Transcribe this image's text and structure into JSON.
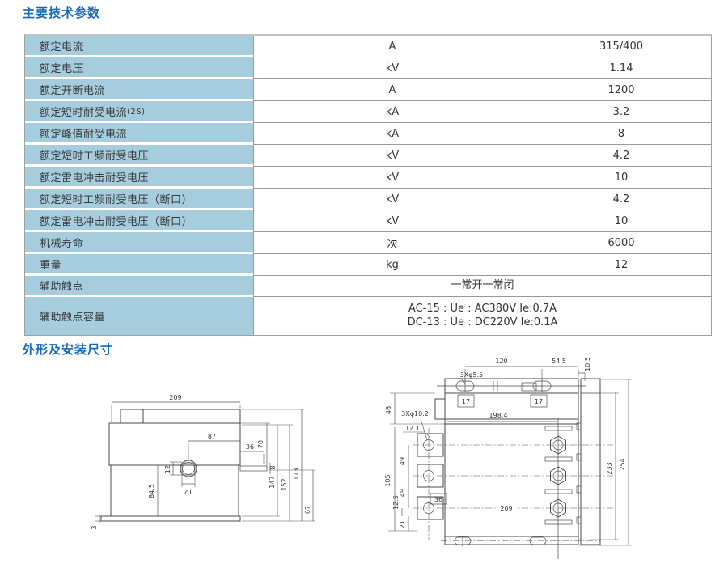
{
  "titles": {
    "specs": "主要技术参数",
    "dimensions": "外形及安装尺寸"
  },
  "colors": {
    "title_blue": "#1668b8",
    "param_row_bg": "#a6cdde",
    "table_border": "#999999"
  },
  "spec_table": {
    "rows": [
      {
        "param": "额定电流",
        "unit": "A",
        "value": "315/400"
      },
      {
        "param": "额定电压",
        "unit": "kV",
        "value": "1.14"
      },
      {
        "param": "额定开断电流",
        "unit": "A",
        "value": "1200"
      },
      {
        "param": "额定短时耐受电流",
        "suffix": "(2S)",
        "unit": "kA",
        "value": "3.2"
      },
      {
        "param": "额定峰值耐受电流",
        "unit": "kA",
        "value": "8"
      },
      {
        "param": "额定短时工频耐受电压",
        "unit": "kV",
        "value": "4.2"
      },
      {
        "param": "额定雷电冲击耐受电压",
        "unit": "kV",
        "value": "10"
      },
      {
        "param": "额定短时工频耐受电压（断口）",
        "unit": "kV",
        "value": "4.2"
      },
      {
        "param": "额定雷电冲击耐受电压（断口）",
        "unit": "kV",
        "value": "10"
      },
      {
        "param": "机械寿命",
        "unit": "次",
        "value": "6000"
      },
      {
        "param": "重量",
        "unit": "kg",
        "value": "12"
      },
      {
        "param": "辅助触点",
        "merged": "一常开一常闭"
      },
      {
        "param": "辅助触点容量",
        "merged_lines": [
          "AC-15 : Ue : AC380V  Ie:0.7A",
          "DC-13 : Ue : DC220V  Ie:0.1A"
        ]
      }
    ]
  },
  "drawings": {
    "left": {
      "d209": "209",
      "d87": "87",
      "d36": "36",
      "d70": "70",
      "d12a": "12",
      "d12b": "12",
      "d84_5": "84.5",
      "d8": "8",
      "d147": "147",
      "d152": "152",
      "d173": "173",
      "d67": "67",
      "d3": "3"
    },
    "right": {
      "d120": "120",
      "d54_5": "54.5",
      "d10_5": "10.5",
      "holes_top": "3Xφ5.5",
      "d17a": "17",
      "d17b": "17",
      "d46": "46",
      "holes_side": "3Xφ10.2",
      "d12_1": "12.1",
      "d198_4": "198.4",
      "d49a": "49",
      "d49b": "49",
      "d105": "105",
      "d12_5": "12.5",
      "d21": "21",
      "d36": "36",
      "d209": "209",
      "d233": "233",
      "d254": "254"
    }
  }
}
